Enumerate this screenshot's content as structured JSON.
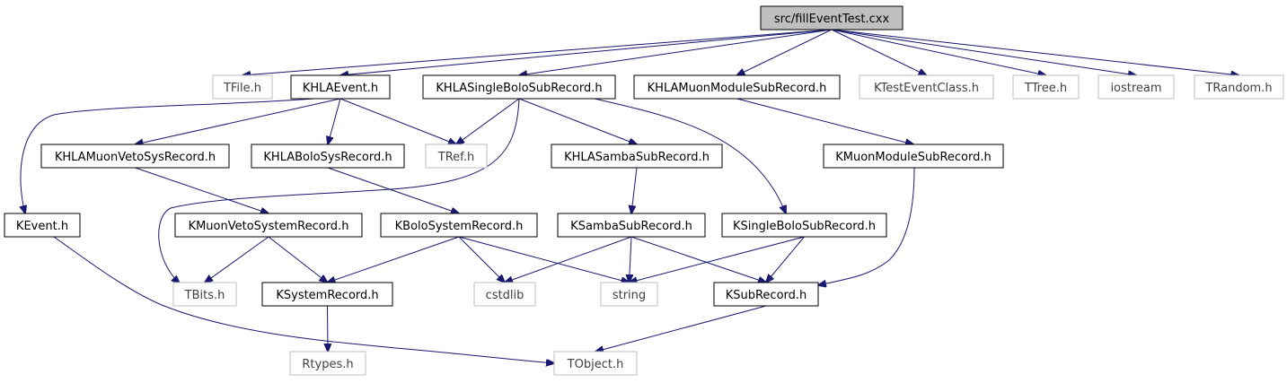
{
  "graph": {
    "root": "src/fillEventTest.cxx",
    "nodes": [
      {
        "id": "root",
        "label": "src/fillEventTest.cxx",
        "kind": "root"
      },
      {
        "id": "tfile",
        "label": "TFile.h",
        "kind": "ext"
      },
      {
        "id": "khlaevent",
        "label": "KHLAEvent.h",
        "kind": "doc"
      },
      {
        "id": "khlasinglebolo",
        "label": "KHLASingleBoloSubRecord.h",
        "kind": "doc"
      },
      {
        "id": "khlamuonmodule",
        "label": "KHLAMuonModuleSubRecord.h",
        "kind": "doc"
      },
      {
        "id": "ktesteventclass",
        "label": "KTestEventClass.h",
        "kind": "ext"
      },
      {
        "id": "ttree",
        "label": "TTree.h",
        "kind": "ext"
      },
      {
        "id": "iostream",
        "label": "iostream",
        "kind": "ext"
      },
      {
        "id": "trandom",
        "label": "TRandom.h",
        "kind": "ext"
      },
      {
        "id": "khlamuonveto",
        "label": "KHLAMuonVetoSysRecord.h",
        "kind": "doc"
      },
      {
        "id": "khlabolosys",
        "label": "KHLABoloSysRecord.h",
        "kind": "doc"
      },
      {
        "id": "tref",
        "label": "TRef.h",
        "kind": "ext"
      },
      {
        "id": "khlasamba",
        "label": "KHLASambaSubRecord.h",
        "kind": "doc"
      },
      {
        "id": "kmuonmodule",
        "label": "KMuonModuleSubRecord.h",
        "kind": "doc"
      },
      {
        "id": "kevent",
        "label": "KEvent.h",
        "kind": "doc"
      },
      {
        "id": "kmuonvetosystem",
        "label": "KMuonVetoSystemRecord.h",
        "kind": "doc"
      },
      {
        "id": "kbolosystem",
        "label": "KBoloSystemRecord.h",
        "kind": "doc"
      },
      {
        "id": "ksambasub",
        "label": "KSambaSubRecord.h",
        "kind": "doc"
      },
      {
        "id": "ksinglebolo",
        "label": "KSingleBoloSubRecord.h",
        "kind": "doc"
      },
      {
        "id": "tbits",
        "label": "TBits.h",
        "kind": "ext"
      },
      {
        "id": "ksystemrecord",
        "label": "KSystemRecord.h",
        "kind": "doc"
      },
      {
        "id": "cstdlib",
        "label": "cstdlib",
        "kind": "ext"
      },
      {
        "id": "string",
        "label": "string",
        "kind": "ext"
      },
      {
        "id": "ksubrecord",
        "label": "KSubRecord.h",
        "kind": "doc"
      },
      {
        "id": "rtypes",
        "label": "Rtypes.h",
        "kind": "ext"
      },
      {
        "id": "tobject",
        "label": "TObject.h",
        "kind": "ext"
      }
    ],
    "edges": [
      {
        "from": "root",
        "to": "tfile"
      },
      {
        "from": "root",
        "to": "khlaevent"
      },
      {
        "from": "root",
        "to": "khlasinglebolo"
      },
      {
        "from": "root",
        "to": "khlamuonmodule"
      },
      {
        "from": "root",
        "to": "ktesteventclass"
      },
      {
        "from": "root",
        "to": "ttree"
      },
      {
        "from": "root",
        "to": "iostream"
      },
      {
        "from": "root",
        "to": "trandom"
      },
      {
        "from": "khlaevent",
        "to": "kevent"
      },
      {
        "from": "khlaevent",
        "to": "khlamuonveto"
      },
      {
        "from": "khlaevent",
        "to": "khlabolosys"
      },
      {
        "from": "khlaevent",
        "to": "tref"
      },
      {
        "from": "khlasinglebolo",
        "to": "tref"
      },
      {
        "from": "khlasinglebolo",
        "to": "tbits"
      },
      {
        "from": "khlasinglebolo",
        "to": "khlasamba"
      },
      {
        "from": "khlasinglebolo",
        "to": "ksinglebolo"
      },
      {
        "from": "khlamuonmodule",
        "to": "kmuonmodule"
      },
      {
        "from": "khlamuonveto",
        "to": "kmuonvetosystem"
      },
      {
        "from": "khlabolosys",
        "to": "kbolosystem"
      },
      {
        "from": "khlasamba",
        "to": "ksambasub"
      },
      {
        "from": "kmuonmodule",
        "to": "ksubrecord"
      },
      {
        "from": "kevent",
        "to": "tobject"
      },
      {
        "from": "kmuonvetosystem",
        "to": "tbits"
      },
      {
        "from": "kmuonvetosystem",
        "to": "ksystemrecord"
      },
      {
        "from": "kbolosystem",
        "to": "ksystemrecord"
      },
      {
        "from": "kbolosystem",
        "to": "cstdlib"
      },
      {
        "from": "kbolosystem",
        "to": "string"
      },
      {
        "from": "ksambasub",
        "to": "cstdlib"
      },
      {
        "from": "ksambasub",
        "to": "string"
      },
      {
        "from": "ksambasub",
        "to": "ksubrecord"
      },
      {
        "from": "ksinglebolo",
        "to": "string"
      },
      {
        "from": "ksinglebolo",
        "to": "ksubrecord"
      },
      {
        "from": "ksystemrecord",
        "to": "rtypes"
      },
      {
        "from": "ksubrecord",
        "to": "tobject"
      }
    ]
  },
  "colors": {
    "edge": "#191970",
    "root_fill": "#bfbfbf",
    "doc_border": "#000000",
    "ext_border": "#bfbfbf"
  }
}
